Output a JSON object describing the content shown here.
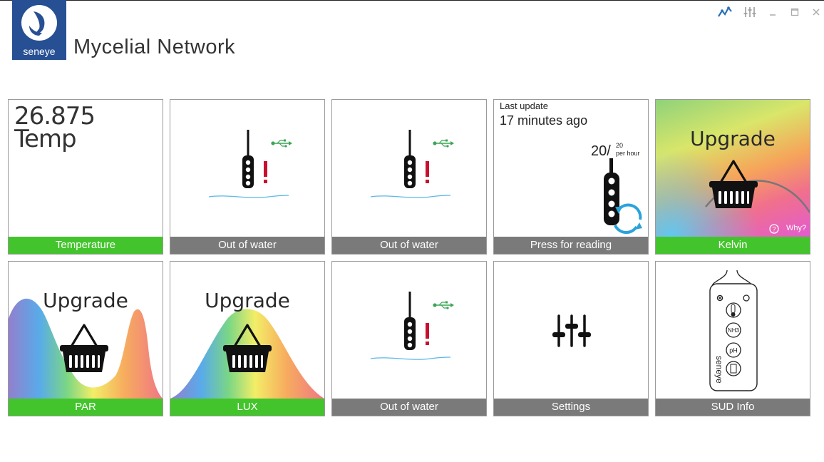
{
  "header": {
    "title": "Mycelial Network",
    "logo_text": "seneye"
  },
  "toolbar": {
    "graph_icon": "graph-icon",
    "settings_icon": "sliders-icon",
    "minimize_icon": "minimize-icon",
    "maximize_icon": "maximize-icon",
    "close_icon": "close-icon"
  },
  "tiles": [
    {
      "label": "Temperature",
      "value": "26.875",
      "sub": "Temp",
      "color": "green"
    },
    {
      "label": "Out of water",
      "color": "gray"
    },
    {
      "label": "Out of water",
      "color": "gray"
    },
    {
      "label": "Press for reading",
      "update_title": "Last update",
      "update_time": "17 minutes ago",
      "count": "20/",
      "count_max": "20",
      "count_unit": "per hour",
      "color": "gray"
    },
    {
      "label": "Kelvin",
      "upgrade": "Upgrade",
      "why": "Why?",
      "color": "green"
    },
    {
      "label": "PAR",
      "upgrade": "Upgrade",
      "color": "green"
    },
    {
      "label": "LUX",
      "upgrade": "Upgrade",
      "color": "green"
    },
    {
      "label": "Out of water",
      "color": "gray"
    },
    {
      "label": "Settings",
      "color": "gray"
    },
    {
      "label": "SUD Info",
      "brand": "seneye",
      "nh3": "NH3",
      "ph": "pH",
      "color": "gray"
    }
  ],
  "colors": {
    "green": "#43c42c",
    "gray": "#7a7a7a",
    "usb": "#3aa655",
    "alert": "#c8102e",
    "blue": "#2aa3dc"
  }
}
